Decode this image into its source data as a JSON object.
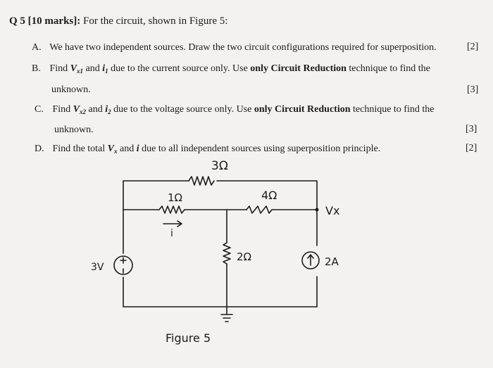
{
  "question": {
    "number": "Q 5",
    "marks": "[10 marks]:",
    "intro": "For the circuit, shown in Figure 5:"
  },
  "items": [
    {
      "label": "A.",
      "text": "We have two independent sources. Draw the two circuit configurations required for superposition.",
      "marks": "[2]"
    },
    {
      "label": "B.",
      "pre": "Find ",
      "var1": "V",
      "sub1": "x1",
      "mid": " and ",
      "var2": "i",
      "sub2": "1",
      "post": " due to the current source only.  Use ",
      "bold": "only Circuit Reduction",
      "post2": " technique to find the",
      "cont": "unknown.",
      "marks": "[3]"
    },
    {
      "label": "C.",
      "pre": "Find ",
      "var1": "V",
      "sub1": "x2",
      "mid": " and ",
      "var2": "i",
      "sub2": "2",
      "post": " due to the voltage source only.  Use ",
      "bold": "only Circuit Reduction",
      "post2": " technique to find the",
      "cont": "unknown.",
      "marks": "[3]"
    },
    {
      "label": "D.",
      "pre": "Find the total ",
      "var1": "V",
      "sub1": "x",
      "mid": " and ",
      "var2": "i",
      "post": " due to all independent sources using superposition principle.",
      "marks": "[2]"
    }
  ],
  "circuit": {
    "r_top": "3Ω",
    "r_left": "1Ω",
    "r_mid": "4Ω",
    "r_vert": "2Ω",
    "v_src": "3V",
    "i_src": "2A",
    "node_label": "Vx",
    "current_label": "i",
    "caption": "Figure 5"
  }
}
